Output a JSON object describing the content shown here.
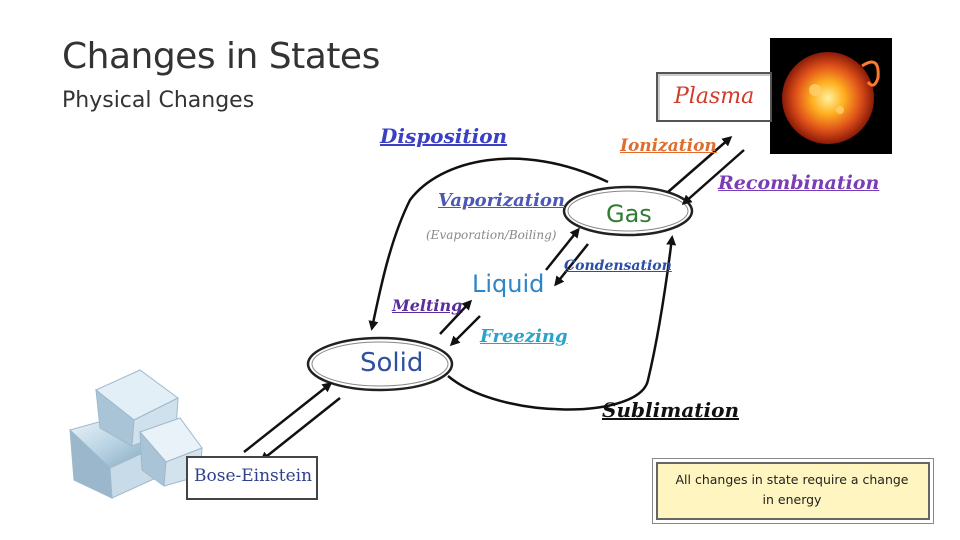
{
  "title": "Changes in States",
  "subtitle": "Physical Changes",
  "states": {
    "plasma": "Plasma",
    "gas": "Gas",
    "liquid": "Liquid",
    "solid": "Solid",
    "bose_einstein": "Bose-Einstein"
  },
  "transitions": {
    "disposition": "Disposition",
    "ionization": "Ionization",
    "recombination": "Recombination",
    "vaporization": "Vaporization",
    "vaporization_note": "(Evaporation/Boiling)",
    "condensation": "Condensation",
    "melting": "Melting",
    "freezing": "Freezing",
    "sublimation": "Sublimation"
  },
  "note": "All changes in state require a change in energy",
  "images": {
    "sun": "sun-image",
    "ice": "ice-cubes-image"
  }
}
